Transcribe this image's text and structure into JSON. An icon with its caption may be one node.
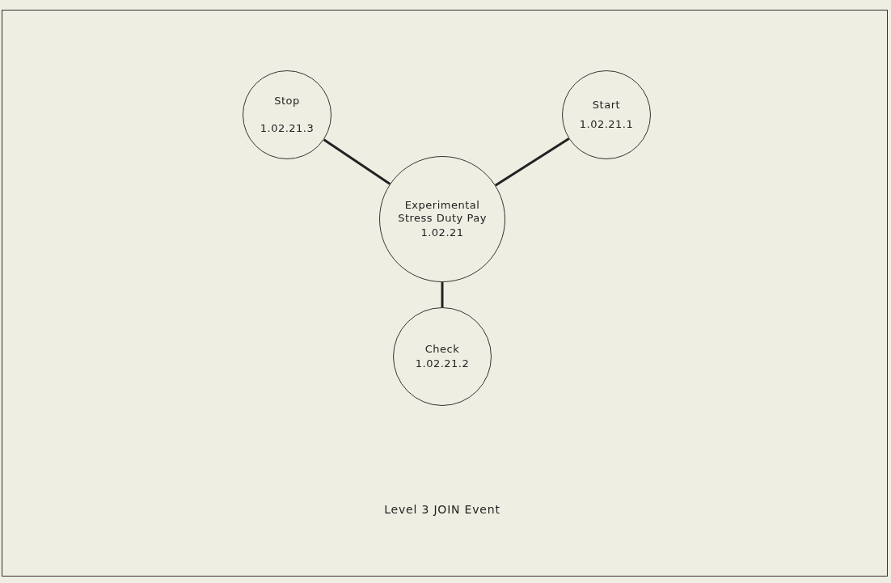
{
  "diagram": {
    "caption": "Level 3 JOIN Event",
    "nodes": [
      {
        "text": [
          "Stop",
          "1.02.21.3"
        ]
      },
      {
        "text": [
          "Start",
          "1.02.21.1"
        ]
      },
      {
        "text": [
          "Experimental Stress Duty Pay",
          "1.02.21"
        ]
      },
      {
        "text": [
          "Check",
          "1.02.21.2"
        ]
      }
    ],
    "edges": [
      {
        "from": 2,
        "to": 0,
        "arrow": "none"
      },
      {
        "from": 2,
        "to": 1,
        "arrow": "none"
      },
      {
        "from": 2,
        "to": 3,
        "arrow": "none"
      }
    ]
  }
}
